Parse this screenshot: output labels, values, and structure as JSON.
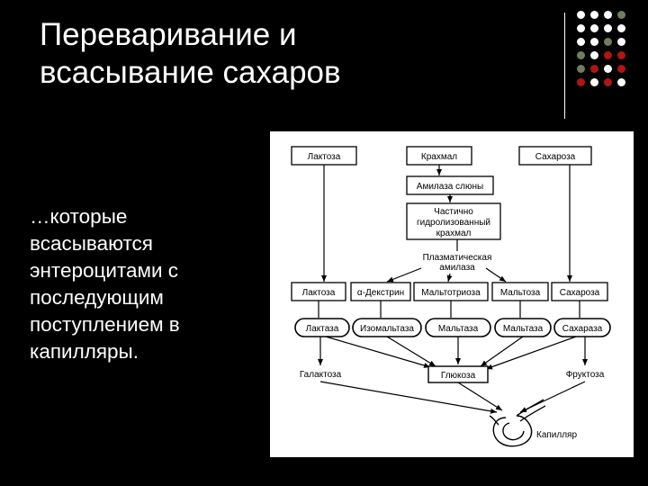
{
  "slide": {
    "title_line1": "Переваривание и",
    "title_line2": "всасывание сахаров",
    "body_lines": [
      "…которые",
      "всасываются",
      "энтероцитами с",
      "последующим",
      "поступлением в",
      "капилляры."
    ]
  },
  "decor": {
    "dot_colors": {
      "white": "#ffffff",
      "green": "#6f7d5e",
      "red": "#b01515"
    }
  },
  "diagram": {
    "top": {
      "lactose": "Лактоза",
      "starch": "Крахмал",
      "sucrose": "Сахароза"
    },
    "amylase_saliva": "Амилаза слюны",
    "partial": [
      "Частично",
      "гидролизованный",
      "крахмал"
    ],
    "pancreatic": [
      "Плазматическая",
      "амилаза"
    ],
    "row2": [
      "Лактоза",
      "α-Декстрин",
      "Мальтотриоза",
      "Мальтоза",
      "Сахароза"
    ],
    "enzymes": [
      "Лактаза",
      "Изомальтаза",
      "Мальтаза",
      "Мальтаза",
      "Сахараза"
    ],
    "galactose": "Галактоза",
    "glucose": "Глюкоза",
    "fructose": "Фруктоза",
    "capillary": "Капилляр"
  }
}
